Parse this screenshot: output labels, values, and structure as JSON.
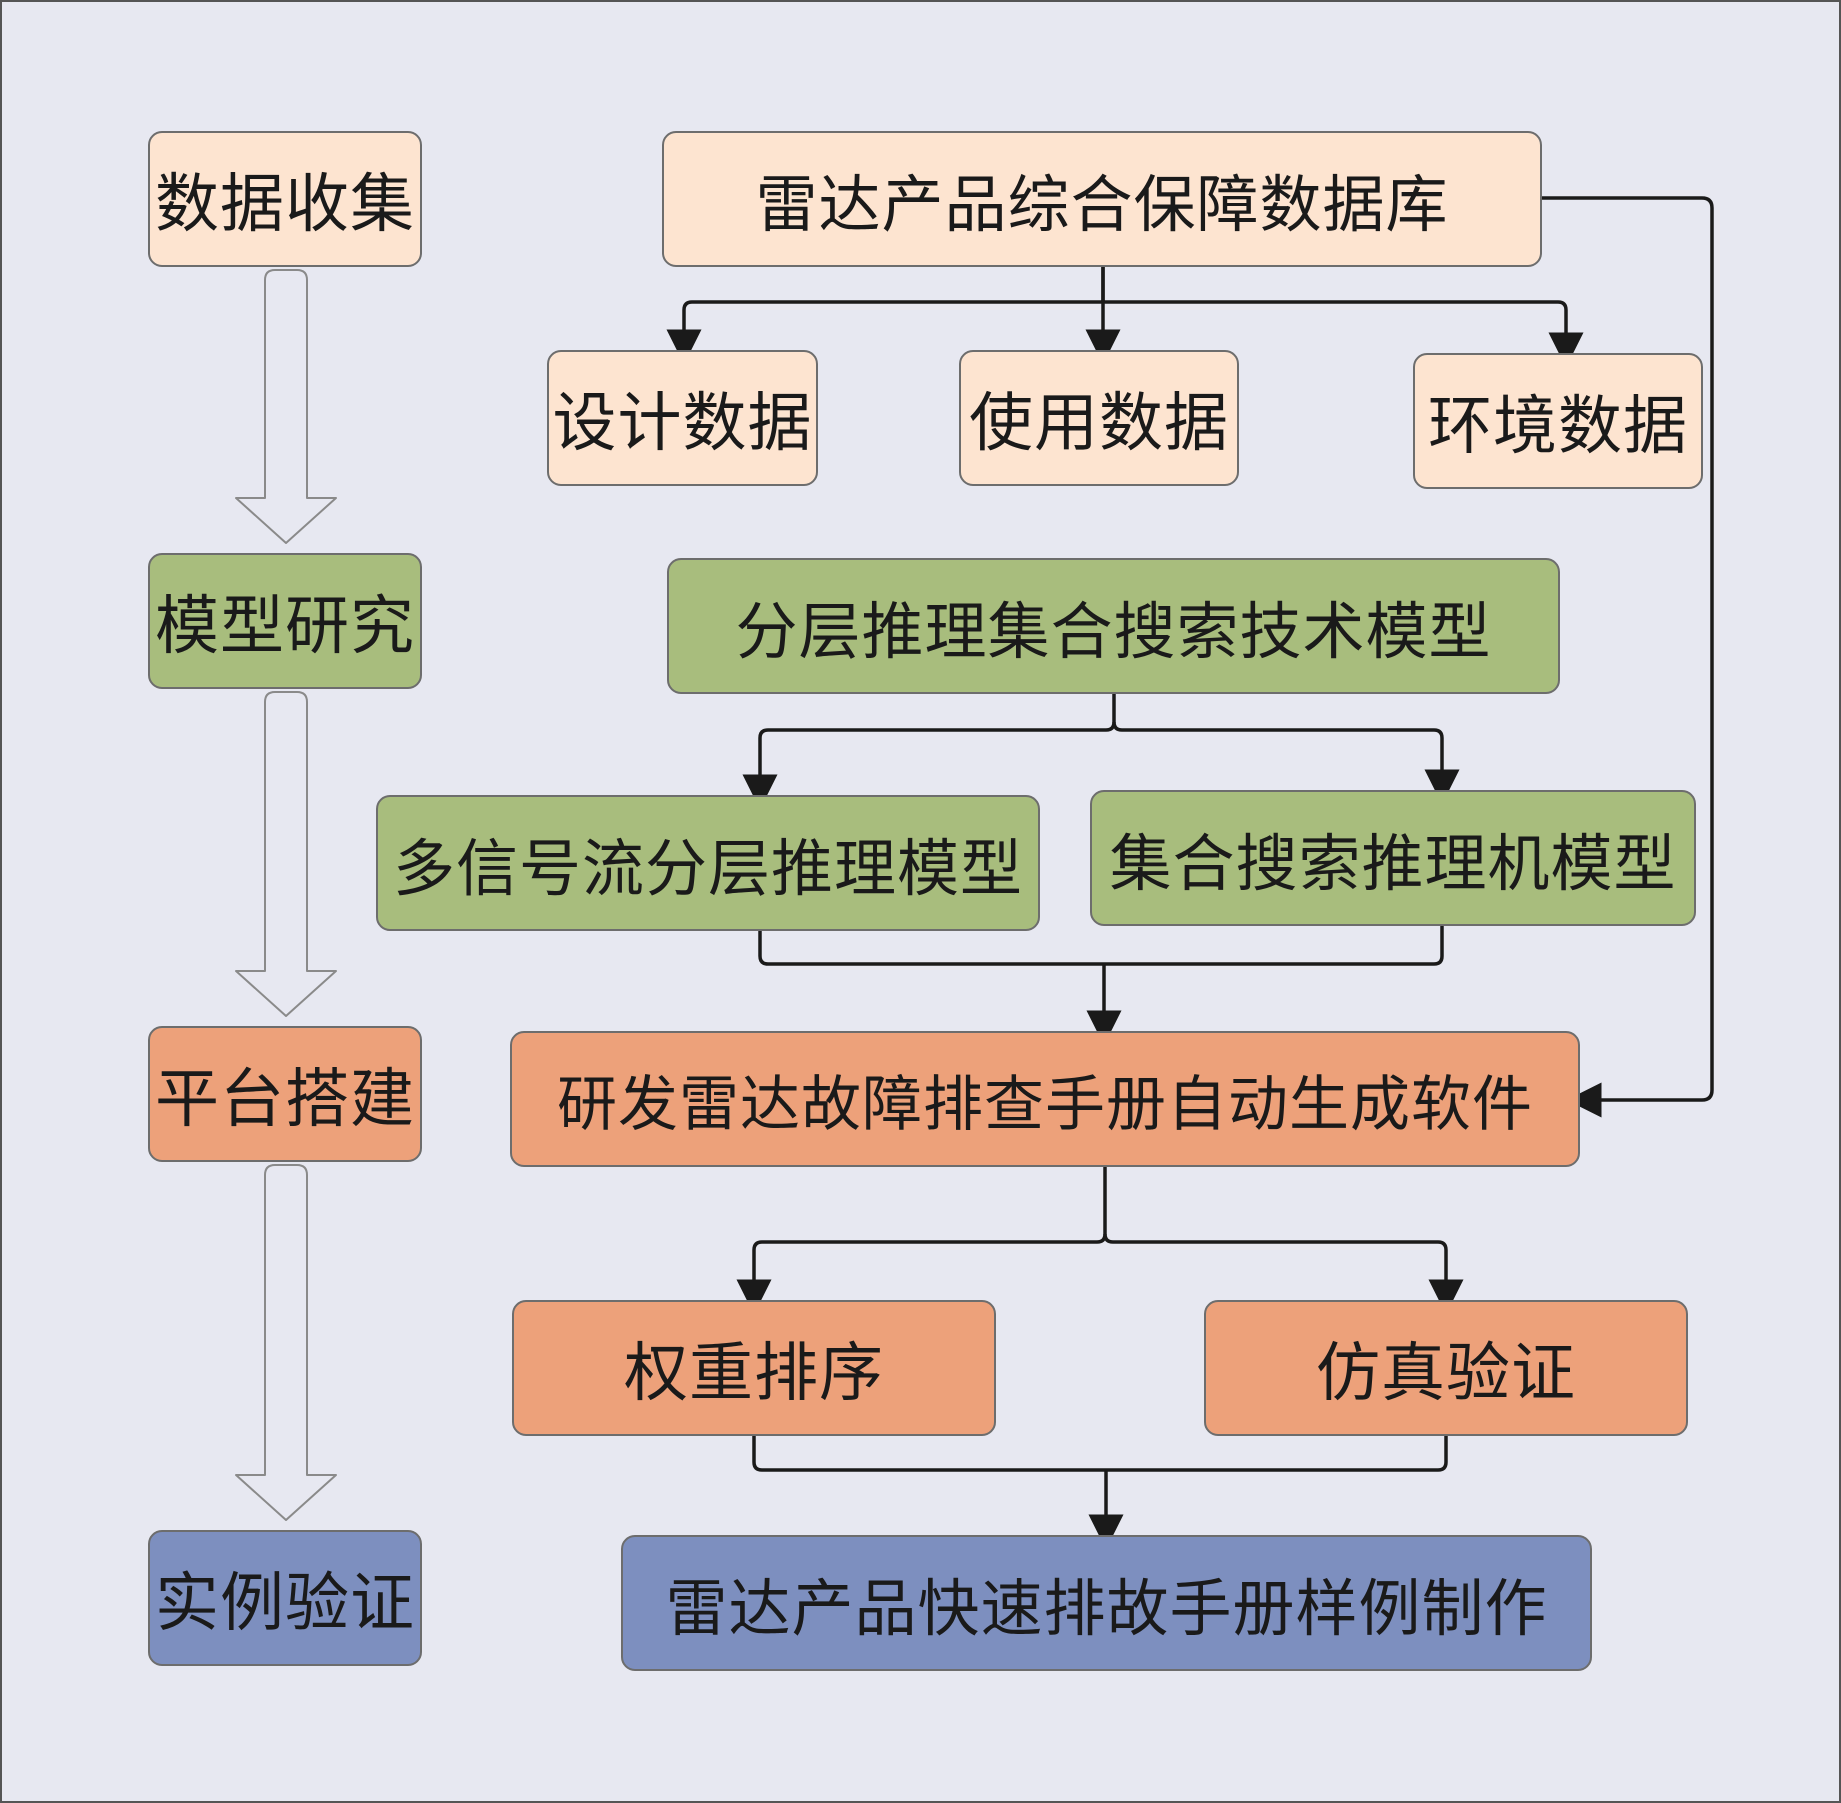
{
  "colors": {
    "background": "#e7e8f1",
    "data_fill": "#fde4d0",
    "model_fill": "#a8bd7d",
    "platform_fill": "#eda17a",
    "verify_fill": "#7d8fbf",
    "line": "#1a1a1a",
    "hollow_arrow_stroke": "#8a8a8a"
  },
  "stages": {
    "collect": "数据收集",
    "model": "模型研究",
    "platform": "平台搭建",
    "verify": "实例验证"
  },
  "nodes": {
    "database": "雷达产品综合保障数据库",
    "design_data": "设计数据",
    "usage_data": "使用数据",
    "env_data": "环境数据",
    "hierarchical_model": "分层推理集合搜索技术模型",
    "multi_signal_model": "多信号流分层推理模型",
    "set_search_model": "集合搜索推理机模型",
    "software": "研发雷达故障排查手册自动生成软件",
    "weight_sort": "权重排序",
    "simulation": "仿真验证",
    "manual_sample": "雷达产品快速排故手册样例制作"
  }
}
